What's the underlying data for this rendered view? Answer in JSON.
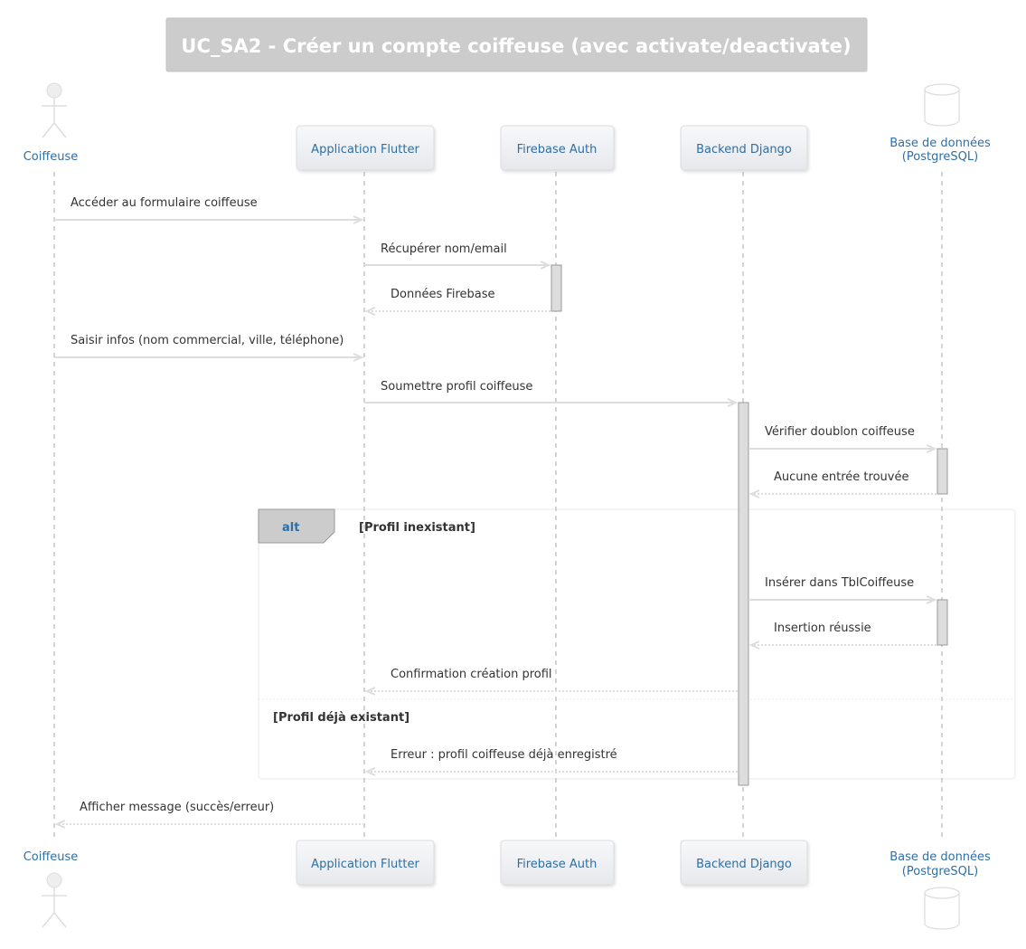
{
  "title": "UC_SA2 - Créer un compte coiffeuse (avec activate/deactivate)",
  "participants": [
    {
      "id": "coiffeuse",
      "label": "Coiffeuse",
      "kind": "actor"
    },
    {
      "id": "flutter",
      "label": "Application Flutter",
      "kind": "participant"
    },
    {
      "id": "firebase",
      "label": "Firebase Auth",
      "kind": "participant"
    },
    {
      "id": "django",
      "label": "Backend Django",
      "kind": "participant"
    },
    {
      "id": "db",
      "label": "Base de données",
      "label2": "(PostgreSQL)",
      "kind": "database"
    }
  ],
  "messages": [
    {
      "from": "coiffeuse",
      "to": "flutter",
      "text": "Accéder au formulaire coiffeuse",
      "style": "sync"
    },
    {
      "from": "flutter",
      "to": "firebase",
      "text": "Récupérer nom/email",
      "style": "sync"
    },
    {
      "from": "firebase",
      "to": "flutter",
      "text": "Données Firebase",
      "style": "reply"
    },
    {
      "from": "coiffeuse",
      "to": "flutter",
      "text": "Saisir infos (nom commercial, ville, téléphone)",
      "style": "sync"
    },
    {
      "from": "flutter",
      "to": "django",
      "text": "Soumettre profil coiffeuse",
      "style": "sync"
    },
    {
      "from": "django",
      "to": "db",
      "text": "Vérifier doublon coiffeuse",
      "style": "sync"
    },
    {
      "from": "db",
      "to": "django",
      "text": "Aucune entrée trouvée",
      "style": "reply"
    },
    {
      "from": "django",
      "to": "db",
      "text": "Insérer dans TblCoiffeuse",
      "style": "sync"
    },
    {
      "from": "db",
      "to": "django",
      "text": "Insertion réussie",
      "style": "reply"
    },
    {
      "from": "django",
      "to": "flutter",
      "text": "Confirmation création profil",
      "style": "reply"
    },
    {
      "from": "django",
      "to": "flutter",
      "text": "Erreur : profil coiffeuse déjà enregistré",
      "style": "reply"
    },
    {
      "from": "flutter",
      "to": "coiffeuse",
      "text": "Afficher message (succès/erreur)",
      "style": "reply"
    }
  ],
  "fragment": {
    "keyword": "alt",
    "guards": [
      "[Profil inexistant]",
      "[Profil déjà existant]"
    ]
  },
  "colors": {
    "title_bg": "#cccccc",
    "title_text": "#ffffff",
    "participant_fill": "#eceef1",
    "participant_border": "#dddddd",
    "participant_text": "#2f6ea6",
    "lifeline": "#aaaaaa",
    "arrow": "#dddddd",
    "activation_fill": "#dddddd",
    "activation_border": "#999999",
    "fragment_tab": "#cccccc",
    "fragment_border": "#e8e8e8",
    "message_text": "#333333"
  }
}
